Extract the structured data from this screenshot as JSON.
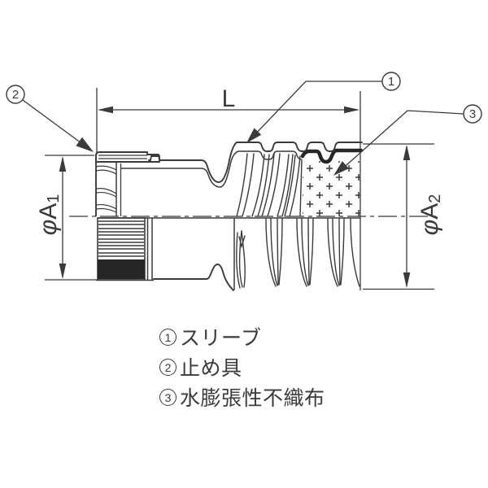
{
  "diagram": {
    "title": "pipe-fitting-sectional-drawing",
    "dimensions": {
      "length": {
        "label": "L"
      },
      "diameter_left": {
        "phi": "φ",
        "letter": "A",
        "subscript": "1"
      },
      "diameter_right": {
        "phi": "φ",
        "letter": "A",
        "subscript": "2"
      }
    },
    "callouts": [
      {
        "number": "1"
      },
      {
        "number": "2"
      },
      {
        "number": "3"
      }
    ],
    "legend": {
      "items": [
        {
          "number": "1",
          "label": "スリーブ"
        },
        {
          "number": "2",
          "label": "止め具"
        },
        {
          "number": "3",
          "label": "水膨張性不織布"
        }
      ]
    },
    "colors": {
      "line": "#3a3a3a",
      "dark_fill": "#262626",
      "background": "#ffffff"
    }
  }
}
